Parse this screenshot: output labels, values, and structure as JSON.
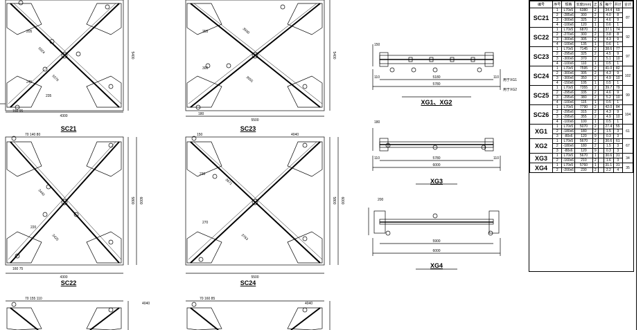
{
  "labels": {
    "sc21": "SC21",
    "sc23": "SC23",
    "sc22": "SC22",
    "sc24": "SC24",
    "xg12": "XG1、XG2",
    "xg3": "XG3",
    "xg4": "XG4"
  },
  "dims": {
    "w4300": "4300",
    "w5500": "5500",
    "h5400": "5400",
    "h5800": "5800",
    "h6000": "6000",
    "l5180": "5180",
    "l5780": "5780",
    "l6000": "6000",
    "l5900": "5900",
    "x205": "205",
    "x255": "255",
    "x245": "245",
    "x235": "235",
    "x300": "300",
    "x230": "230",
    "x270": "270",
    "x220": "220",
    "x110": "110",
    "x150": "150",
    "x180": "180",
    "x200": "200",
    "x4040": "4040",
    "x70140": "70 140 80",
    "x70155": "70 155 110",
    "x70160": "70 160 85",
    "x150b": "150",
    "x160": "160 95",
    "x160b": "160 75",
    "x5024": "5024",
    "x5576": "5576",
    "x3500": "3500",
    "x3055": "3055",
    "x3440": "3440",
    "x3425": "3425",
    "x3671": "3671",
    "x3763": "3763"
  },
  "notes": {
    "for_xg1": "用于XG1",
    "for_xg2": "用于XG2"
  },
  "table": {
    "headers": [
      "编号",
      "序号",
      "规格",
      "长度(mm)",
      "正",
      "反",
      "每个",
      "共计",
      "合计"
    ],
    "groups": [
      {
        "name": "SC21",
        "total": "87",
        "rows": [
          [
            "1",
            "L70x5",
            "6380",
            "2",
            "",
            "34.4",
            "69"
          ],
          [
            "2",
            "-285x6",
            "300",
            "2",
            "",
            "4.0",
            "8"
          ],
          [
            "3",
            "-300x6",
            "325",
            "2",
            "",
            "4.6",
            "9"
          ],
          [
            "4",
            "-100x6",
            "120",
            "1",
            "",
            "0.6",
            "1"
          ]
        ]
      },
      {
        "name": "SC22",
        "total": "92",
        "rows": [
          [
            "1",
            "L70x5",
            "6870",
            "2",
            "",
            "37.1",
            "74"
          ],
          [
            "2",
            "-270x6",
            "300",
            "2",
            "",
            "3.8",
            "8"
          ],
          [
            "3",
            "-300x6",
            "305",
            "2",
            "",
            "4.3",
            "9"
          ],
          [
            "4",
            "-100x6",
            "135",
            "1",
            "",
            "0.6",
            "1"
          ]
        ]
      },
      {
        "name": "SC23",
        "total": "97",
        "rows": [
          [
            "1",
            "L70x5",
            "7145",
            "2",
            "",
            "38.6",
            "77"
          ],
          [
            "2",
            "-295x6",
            "325",
            "2",
            "",
            "4.5",
            "9"
          ],
          [
            "3",
            "-300x6",
            "370",
            "2",
            "",
            "5.1",
            "10"
          ],
          [
            "4",
            "-100x6",
            "110",
            "1",
            "",
            "0.5",
            "1"
          ]
        ]
      },
      {
        "name": "SC24",
        "total": "102",
        "rows": [
          [
            "1",
            "L70x5",
            "7595",
            "2",
            "",
            "41.0",
            "82"
          ],
          [
            "2",
            "-300x6",
            "305",
            "2",
            "",
            "4.3",
            "9"
          ],
          [
            "3",
            "-300x6",
            "350",
            "2",
            "",
            "4.9",
            "10"
          ],
          [
            "4",
            "-150x6",
            "105",
            "1",
            "",
            "0.5",
            "1"
          ]
        ]
      },
      {
        "name": "SC25",
        "total": "99",
        "rows": [
          [
            "1",
            "L70x5",
            "7355",
            "2",
            "",
            "39.7",
            "79"
          ],
          [
            "2",
            "-295x6",
            "335",
            "2",
            "",
            "4.6",
            "9"
          ],
          [
            "3",
            "-295x6",
            "380",
            "2",
            "",
            "5.2",
            "10"
          ],
          [
            "4",
            "-100x6",
            "115",
            "1",
            "",
            "0.5",
            "1"
          ]
        ]
      },
      {
        "name": "SC26",
        "total": "104",
        "rows": [
          [
            "1",
            "L70x5",
            "7790",
            "2",
            "",
            "42.0",
            "84"
          ],
          [
            "2",
            "-295x6",
            "315",
            "2",
            "",
            "4.3",
            "9"
          ],
          [
            "3",
            "-295x6",
            "355",
            "2",
            "",
            "4.9",
            "10"
          ],
          [
            "4",
            "-100x6",
            "100",
            "1",
            "",
            "0.5",
            "1"
          ]
        ]
      },
      {
        "name": "XG1",
        "total": "61",
        "rows": [
          [
            "1",
            "L70x5",
            "5070",
            "2",
            "",
            "27.4",
            "55"
          ],
          [
            "2",
            "-180x6",
            "180",
            "2",
            "",
            "1.5",
            "3"
          ],
          [
            "3",
            "-80x6",
            "120",
            "9",
            "",
            "0.3",
            "3"
          ]
        ]
      },
      {
        "name": "XG2",
        "total": "67",
        "rows": [
          [
            "1",
            "L70x5",
            "5670",
            "2",
            "",
            "30.6",
            "61"
          ],
          [
            "2",
            "-180x6",
            "180",
            "2",
            "",
            "1.5",
            "3"
          ],
          [
            "3",
            "-80x6",
            "120",
            "9",
            "",
            "0.3",
            "3"
          ]
        ]
      },
      {
        "name": "XG3",
        "total": "34",
        "rows": [
          [
            "1",
            "L70x5",
            "5670",
            "1",
            "",
            "30.6",
            "31"
          ],
          [
            "2",
            "-160x6",
            "210",
            "2",
            "",
            "1.6",
            "3"
          ]
        ]
      },
      {
        "name": "XG4",
        "total": "35",
        "rows": [
          [
            "1",
            "L70x5",
            "5760",
            "1",
            "",
            "31.1",
            "31"
          ],
          [
            "2",
            "-200x6",
            "230",
            "2",
            "",
            "2.2",
            "4"
          ]
        ]
      }
    ]
  }
}
